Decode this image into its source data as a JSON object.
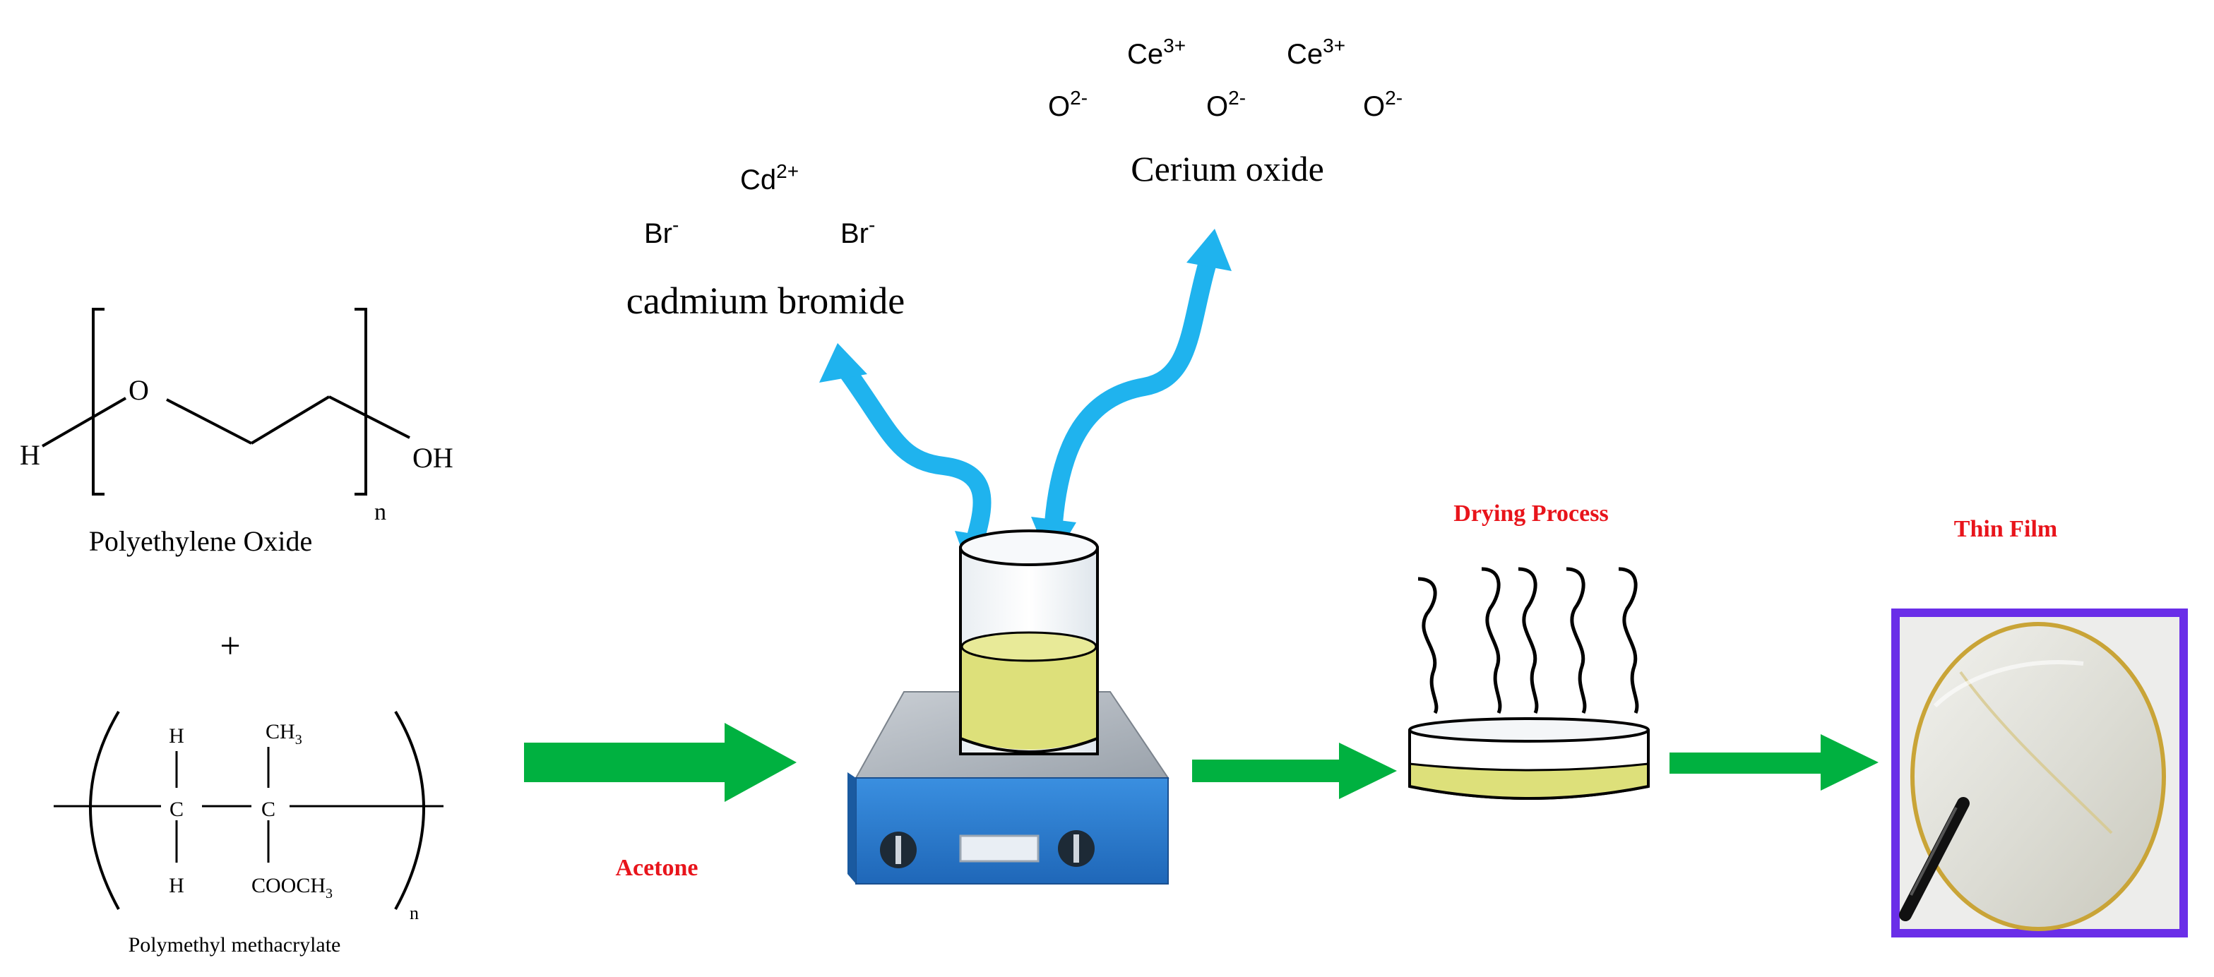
{
  "colors": {
    "step_label": "#e8141b",
    "flow_arrow": "#00b140",
    "curved_arrow": "#1fb3ee",
    "solution": "#dde07a",
    "stirrer_blue": "#2e7fd0",
    "frame": "#6a2ee8"
  },
  "icons": [
    "beaker-icon",
    "magnetic-stirrer-icon",
    "petri-dish-icon",
    "heat-wave-icon",
    "tweezers-icon"
  ],
  "peo": {
    "h": "H",
    "o": "O",
    "oh": "OH",
    "n": "n",
    "name": "Polyethylene Oxide"
  },
  "plus": "+",
  "pmma": {
    "h_top": "H",
    "h_bottom": "H",
    "c_left": "C",
    "c_right": "C",
    "ch": "CH",
    "ch_sub": "3",
    "cooch": "COOCH",
    "cooch_sub": "3",
    "n": "n",
    "name": "Polymethyl methacrylate"
  },
  "cdbr2": {
    "cd": "Cd",
    "cd_charge": "2+",
    "br1": "Br",
    "br1_charge": "-",
    "br2": "Br",
    "br2_charge": "-",
    "name": "cadmium bromide"
  },
  "ceo2": {
    "ce1": "Ce",
    "ce1_charge": "3+",
    "ce2": "Ce",
    "ce2_charge": "3+",
    "o1": "O",
    "o1_charge": "2-",
    "o2": "O",
    "o2_charge": "2-",
    "o3": "O",
    "o3_charge": "2-",
    "name": "Cerium oxide"
  },
  "steps": {
    "acetone": "Acetone",
    "drying": "Drying Process",
    "thin_film": "Thin Film"
  }
}
